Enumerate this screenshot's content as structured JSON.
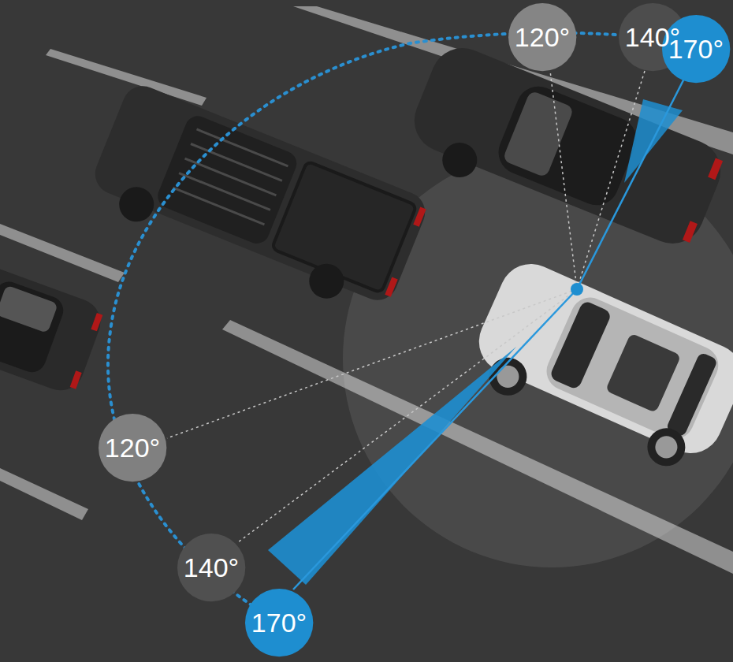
{
  "diagram": {
    "nodes": [
      {
        "text": [
          "120°"
        ]
      },
      {
        "text": [
          "140°"
        ]
      },
      {
        "text": [
          "170°"
        ]
      },
      {
        "text": [
          "120°"
        ]
      },
      {
        "text": [
          "140°"
        ]
      },
      {
        "text": [
          "170°"
        ]
      }
    ]
  }
}
